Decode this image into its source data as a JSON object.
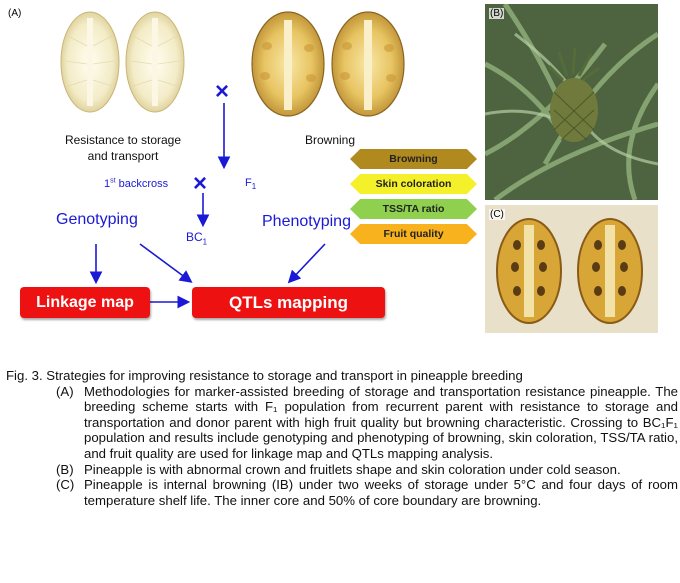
{
  "panels": {
    "a": "(A)",
    "b": "(B)",
    "c": "(C)"
  },
  "labels": {
    "resistance": "Resistance to storage and transport",
    "browning": "Browning",
    "backcross": "1st backcross",
    "f1": "F1",
    "bc1": "BC1",
    "genotyping": "Genotyping",
    "phenotyping": "Phenotyping",
    "cross_symbol": "×"
  },
  "boxes": {
    "linkage": "Linkage map",
    "qtl": "QTLs mapping"
  },
  "traits": [
    {
      "label": "Browning",
      "color": "#b08a1e",
      "text_color": "#222"
    },
    {
      "label": "Skin coloration",
      "color": "#f4f02a",
      "text_color": "#222"
    },
    {
      "label": "TSS/TA ratio",
      "color": "#8fd14f",
      "text_color": "#222"
    },
    {
      "label": "Fruit quality",
      "color": "#f7b21e",
      "text_color": "#222"
    }
  ],
  "caption": {
    "title": "Fig. 3. Strategies for improving resistance to storage and transport in pineapple breeding",
    "items": [
      {
        "key": "(A)",
        "text": "Methodologies for marker-assisted breeding of storage and transportation resistance pineapple. The breeding scheme starts with F₁ population from recurrent parent with resistance to storage and transportation and donor parent with high fruit quality but browning characteristic. Crossing to BC₁F₁ population and results include genotyping and phenotyping of browning, skin coloration, TSS/TA ratio, and fruit quality are used for linkage map and QTLs mapping analysis."
      },
      {
        "key": "(B)",
        "text": "Pineapple is with abnormal crown and fruitlets shape and skin coloration under cold season."
      },
      {
        "key": "(C)",
        "text": "Pineapple is internal browning (IB) under two weeks of storage under 5°C and four days of room temperature shelf life. The inner core and 50% of core boundary are browning."
      }
    ]
  }
}
